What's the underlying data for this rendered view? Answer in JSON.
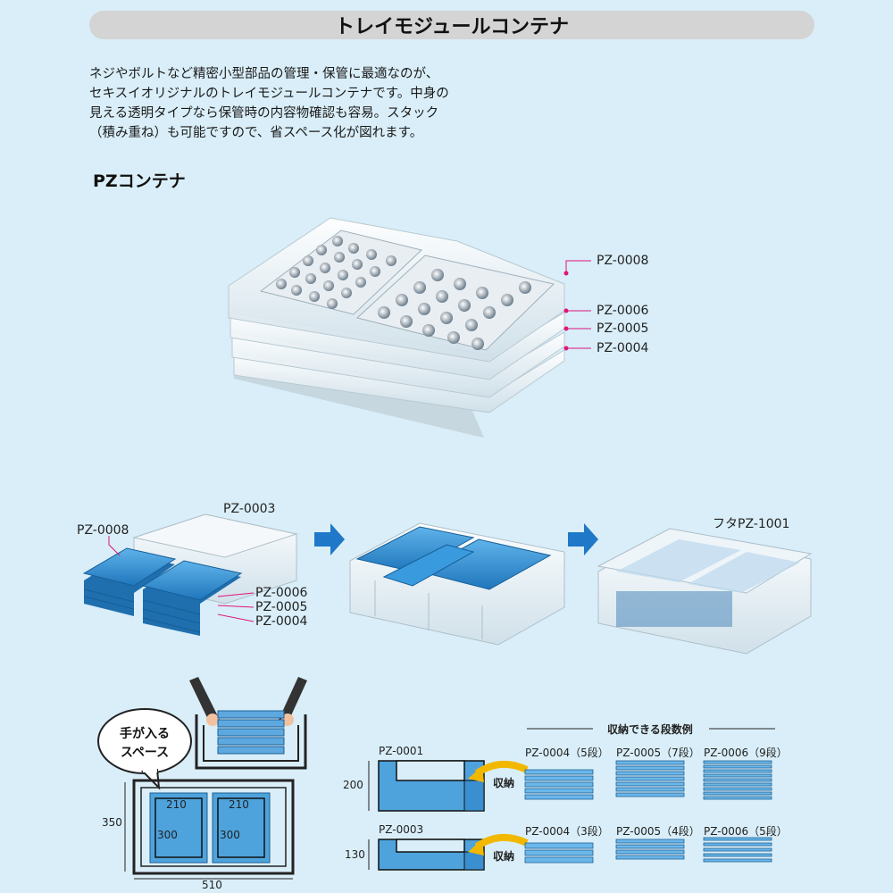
{
  "title": "トレイモジュールコンテナ",
  "intro_lines": [
    "ネジやボルトなど精密小型部品の管理・保管に最適なのが、",
    "セキスイオリジナルのトレイモジュールコンテナです。中身の",
    "見える透明タイプなら保管時の内容物確認も容易。スタック",
    "（積み重ね）も可能ですので、省スペース化が図れます。"
  ],
  "section_heading": "PZコンテナ",
  "photo_labels": [
    "PZ-0008",
    "PZ-0006",
    "PZ-0005",
    "PZ-0004"
  ],
  "process": {
    "step1_container": "PZ-0003",
    "step1_tray_top": "PZ-0008",
    "step1_trays": [
      "PZ-0006",
      "PZ-0005",
      "PZ-0004"
    ],
    "step3_lid": "フタPZ-1001"
  },
  "bubble": {
    "line1": "手が入る",
    "line2": "スペース"
  },
  "dimensions": {
    "width": "510",
    "depth": "350",
    "tray_w": "210",
    "tray_h": "300"
  },
  "storage": {
    "header": "収納できる段数例",
    "store_label": "収納",
    "rows": [
      {
        "container": "PZ-0001",
        "height": "200",
        "examples": [
          "PZ-0004（5段）",
          "PZ-0005（7段）",
          "PZ-0006（9段）"
        ]
      },
      {
        "container": "PZ-0003",
        "height": "130",
        "examples": [
          "PZ-0004（3段）",
          "PZ-0005（4段）",
          "PZ-0006（5段）"
        ]
      }
    ]
  },
  "colors": {
    "background": "#d9eef8",
    "tray_blue": "#2f8fd0",
    "arrow_blue": "#1f78c8",
    "leader_pink": "#e0157a",
    "arrow_yellow": "#f2b800"
  }
}
